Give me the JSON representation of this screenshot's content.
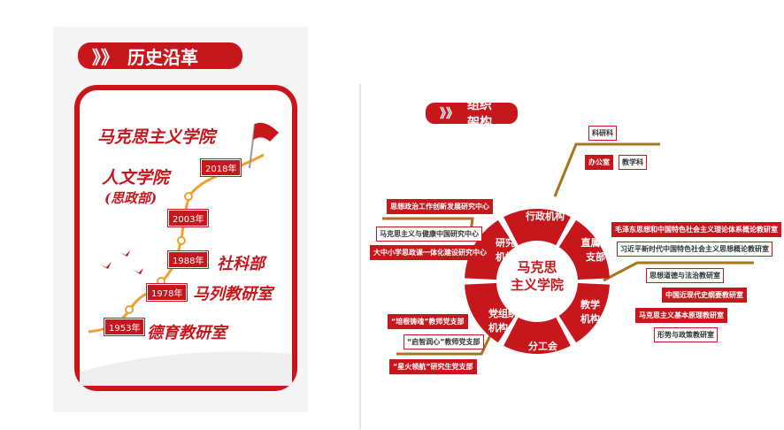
{
  "history": {
    "title": "历史沿革",
    "chevrons": "》》",
    "stages": [
      {
        "name": "马克思主义学院",
        "year": "2018年"
      },
      {
        "name": "人文学院",
        "sub": "(思政部)",
        "year": "2003年"
      },
      {
        "name": "社科部",
        "year": "1988年"
      },
      {
        "name": "马列教研室",
        "year": "1978年"
      },
      {
        "name": "德育教研室",
        "year": "1953年"
      }
    ]
  },
  "org": {
    "title": "组织架构",
    "chevrons": "》》",
    "center": [
      "马克思",
      "主义学院"
    ],
    "sectors": [
      "行政机构",
      "直属团支部",
      "教学机构",
      "分工会",
      "党组织机构",
      "研究机构"
    ],
    "admin": [
      "科研科",
      "办公室",
      "教学科"
    ],
    "branch": [
      "毛泽东思想和中国特色社会主义理论体系概论教研室",
      "习近平新时代中国特色社会主义思想概论教研室"
    ],
    "teaching": [
      "思想道德与法治教研室",
      "中国近现代史纲要教研室",
      "马克思主义基本原理教研室",
      "形势与政策教研室"
    ],
    "research": [
      "思想政治工作创新发展研究中心",
      "马克思主义与健康中国研究中心",
      "大中小学思政课一体化建设研究中心"
    ],
    "party": [
      "“培根铸魂”教师党支部",
      "“启智润心”教师党支部",
      "“星火领航”研究生党支部"
    ]
  },
  "colors": {
    "red": "#c8161d",
    "line": "#a8741c"
  }
}
